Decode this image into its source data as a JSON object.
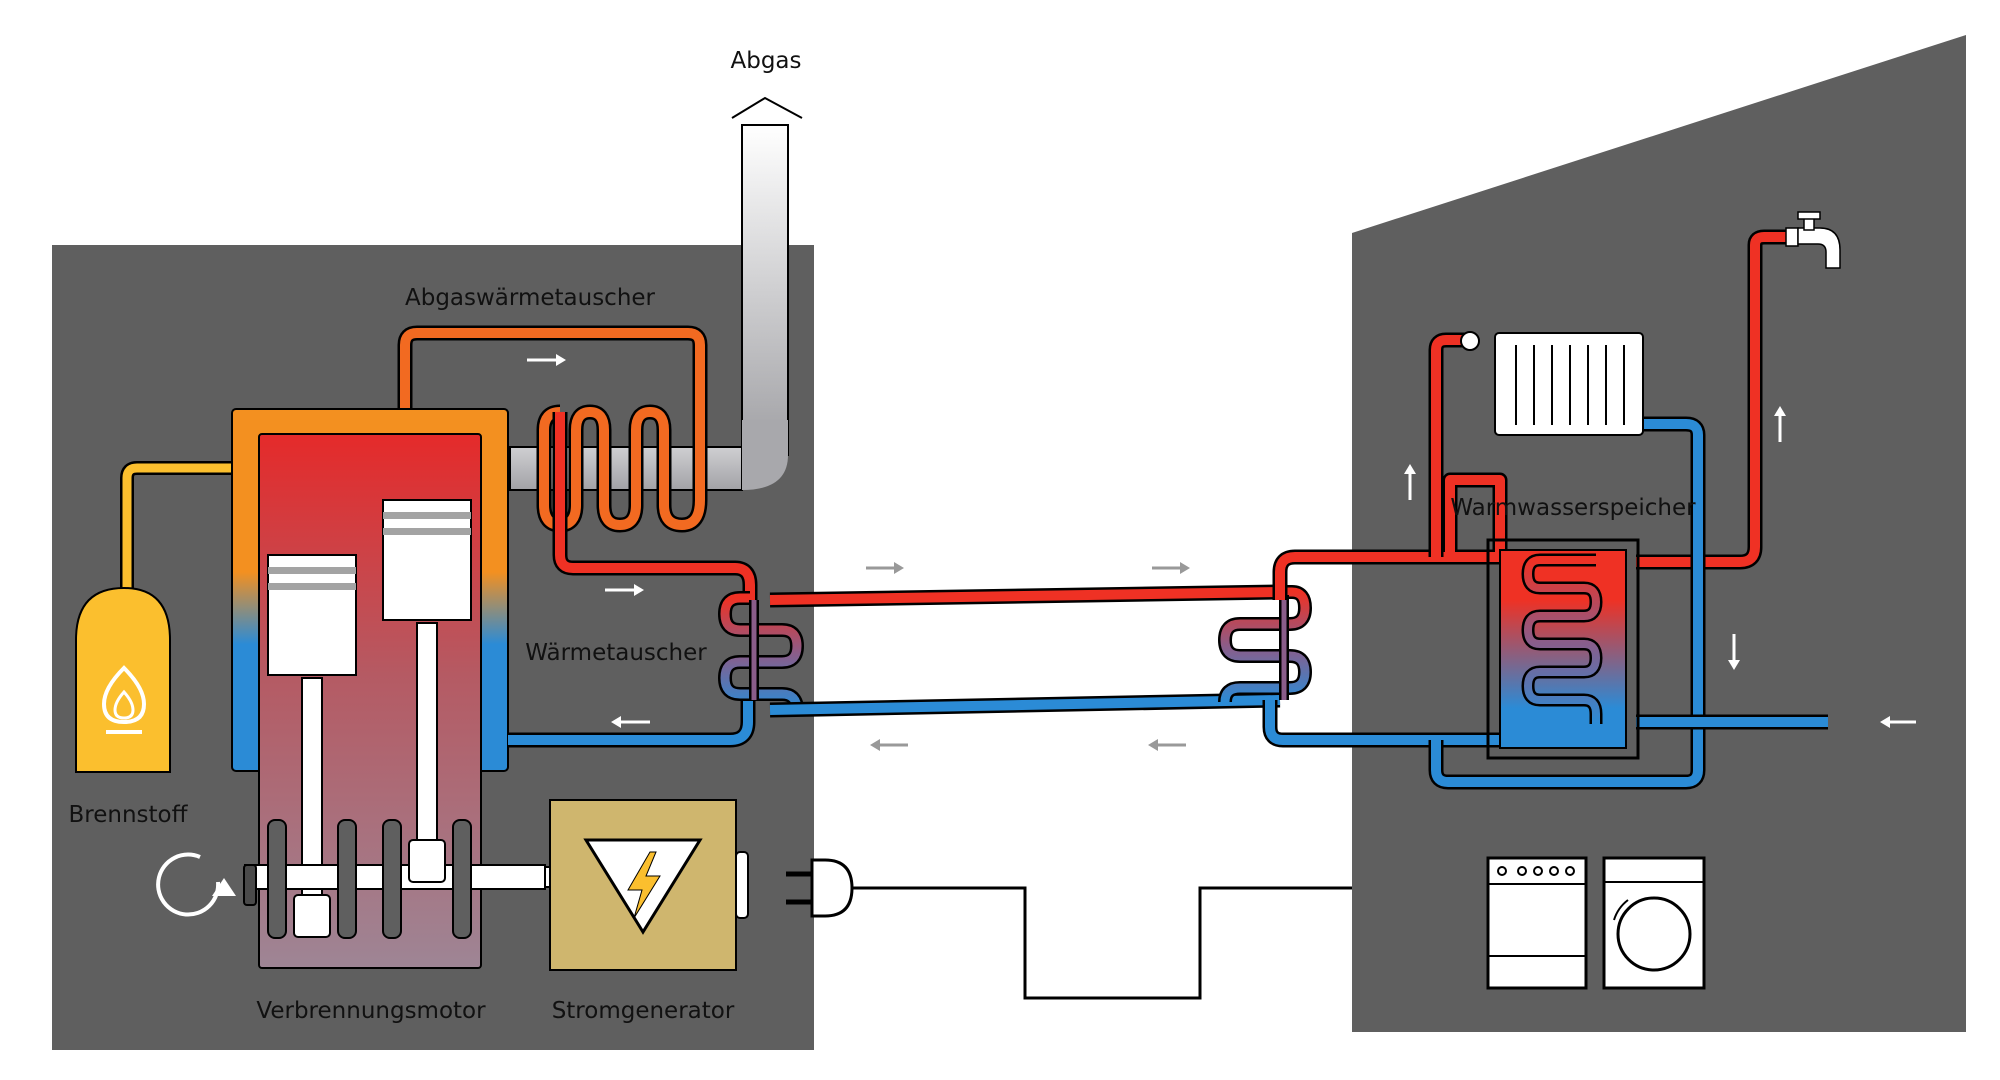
{
  "labels": {
    "exhaust": "Abgas",
    "exhaust_heat_exchanger": "Abgaswärmetauscher",
    "heat_exchanger": "Wärmetauscher",
    "fuel": "Brennstoff",
    "combustion_engine": "Verbrennungsmotor",
    "power_generator": "Stromgenerator",
    "hot_water_tank": "Warmwasserspeicher"
  },
  "colors": {
    "building": "#5f5f5f",
    "hot": "#ef3124",
    "cold": "#2b8bd6",
    "orange": "#f39020",
    "fuel": "#fbbf2e",
    "generator": "#cfb66e",
    "chimney": "#bdbdbd",
    "wire": "#000000"
  }
}
